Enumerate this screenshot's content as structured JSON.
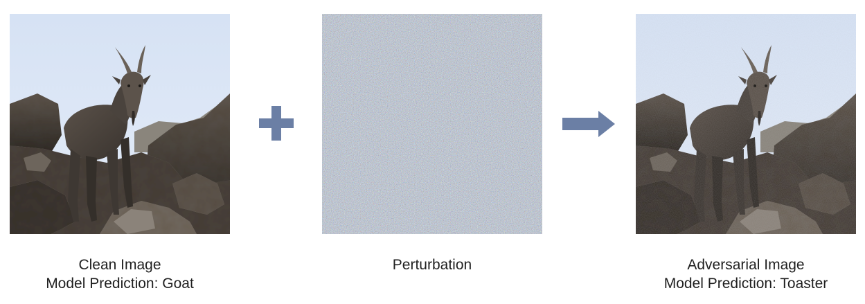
{
  "panels": {
    "clean": {
      "image": "ibex-on-rocks-photo",
      "caption_line1": "Clean Image",
      "caption_line2": "Model Prediction: Goat"
    },
    "perturbation": {
      "image": "random-noise-pattern",
      "caption_line1": "Perturbation"
    },
    "adversarial": {
      "image": "ibex-on-rocks-photo-perturbed",
      "caption_line1": "Adversarial Image",
      "caption_line2": "Model Prediction: Toaster"
    }
  },
  "operators": {
    "plus": "plus-icon",
    "arrow": "right-arrow-icon"
  },
  "colors": {
    "operator": "#6b7fa5",
    "sky": "#dce6f5",
    "caption_text": "#1f1f1f"
  }
}
